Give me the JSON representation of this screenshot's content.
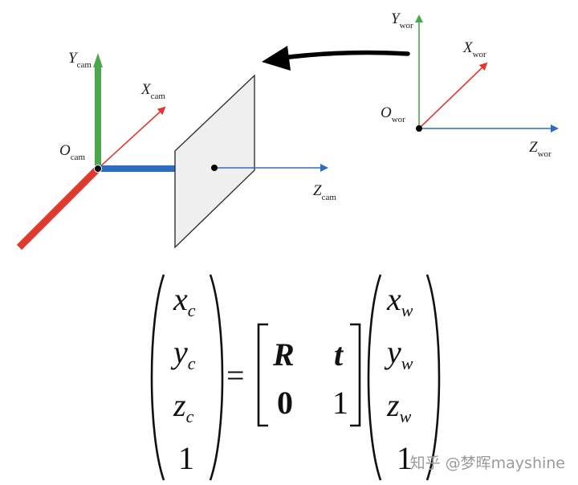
{
  "colors": {
    "x_axis": "#e03a2e",
    "y_axis": "#4ca64c",
    "z_axis": "#2e6cc2",
    "image_plane_fill": "#efefef",
    "image_plane_stroke": "#333333",
    "transform_arrow": "#000000",
    "text": "#222222",
    "watermark": "#9a9a9a"
  },
  "camera_frame": {
    "origin_main": "O",
    "origin_sub": "cam",
    "x_main": "X",
    "x_sub": "cam",
    "y_main": "Y",
    "y_sub": "cam",
    "z_main": "Z",
    "z_sub": "cam"
  },
  "world_frame": {
    "origin_main": "O",
    "origin_sub": "wor",
    "x_main": "X",
    "x_sub": "wor",
    "y_main": "Y",
    "y_sub": "wor",
    "z_main": "Z",
    "z_sub": "wor"
  },
  "equation": {
    "lhs": [
      {
        "main": "x",
        "sub": "c"
      },
      {
        "main": "y",
        "sub": "c"
      },
      {
        "main": "z",
        "sub": "c"
      },
      {
        "main": "1",
        "sub": ""
      }
    ],
    "equals": "=",
    "matrix": {
      "r11": "R",
      "r12": "t",
      "r21": "0",
      "r22": "1"
    },
    "rhs": [
      {
        "main": "x",
        "sub": "w"
      },
      {
        "main": "y",
        "sub": "w"
      },
      {
        "main": "z",
        "sub": "w"
      },
      {
        "main": "1",
        "sub": ""
      }
    ]
  },
  "watermark": "知乎 @梦晖mayshine"
}
